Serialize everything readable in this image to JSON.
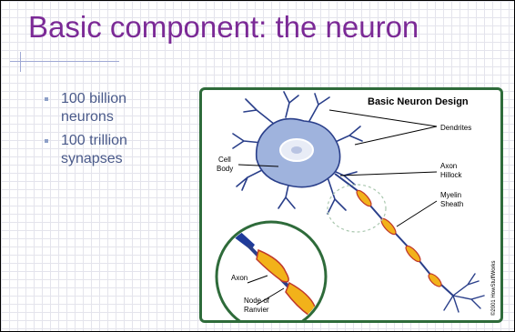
{
  "slide": {
    "title": "Basic component: the neuron",
    "bullets": [
      "100 billion neurons",
      "100 trillion synapses"
    ]
  },
  "diagram": {
    "title": "Basic Neuron Design",
    "labels": {
      "dendrites": "Dendrites",
      "cell_body_1": "Cell",
      "cell_body_2": "Body",
      "axon_hillock_1": "Axon",
      "axon_hillock_2": "Hillock",
      "myelin_1": "Myelin",
      "myelin_2": "Sheath",
      "axon": "Axon",
      "node_1": "Node of",
      "node_2": "Ranvier"
    },
    "credit": "©2001 HowStuffWorks"
  },
  "colors": {
    "title": "#7b2a96",
    "bullet_text": "#4a5a8a",
    "frame": "#2e6b3a",
    "cell_body": "#9fb3dd",
    "myelin": "#f2b21a"
  }
}
